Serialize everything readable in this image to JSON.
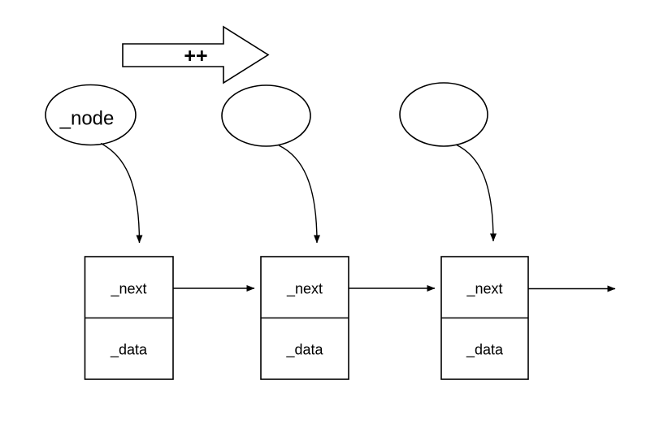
{
  "diagram": {
    "type": "linked-list-iteration-diagram",
    "increment_arrow": {
      "label": "++"
    },
    "pointer_label": "_node",
    "nodes": [
      {
        "next": "_next",
        "data": "_data"
      },
      {
        "next": "_next",
        "data": "_data"
      },
      {
        "next": "_next",
        "data": "_data"
      }
    ],
    "colors": {
      "stroke": "#000000",
      "text": "#000000",
      "background": "#ffffff"
    }
  }
}
